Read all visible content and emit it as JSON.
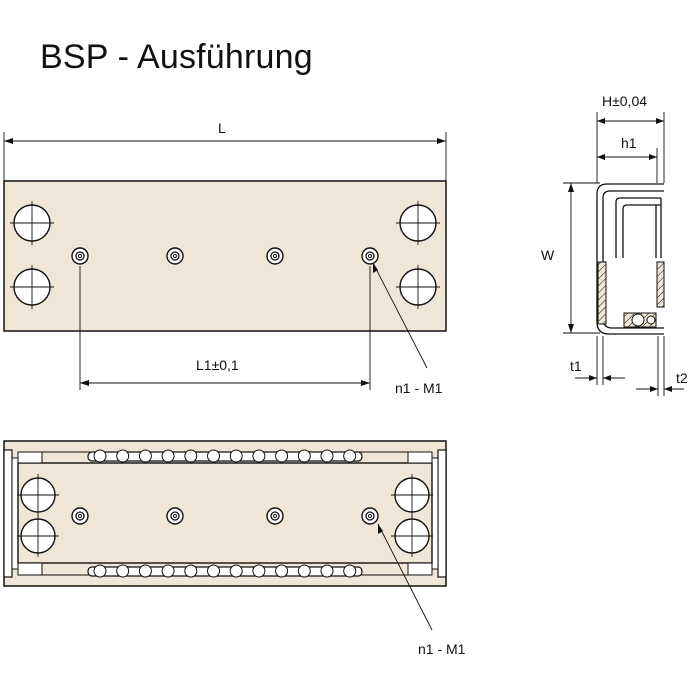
{
  "title": "BSP - Ausführung",
  "labels": {
    "length": "L",
    "pitch": "L1±0,1",
    "thread_top": "n1 - M1",
    "thread_bottom": "n1 - M1",
    "height": "H±0,04",
    "inner_height": "h1",
    "width": "W",
    "t1": "t1",
    "t2": "t2"
  }
}
